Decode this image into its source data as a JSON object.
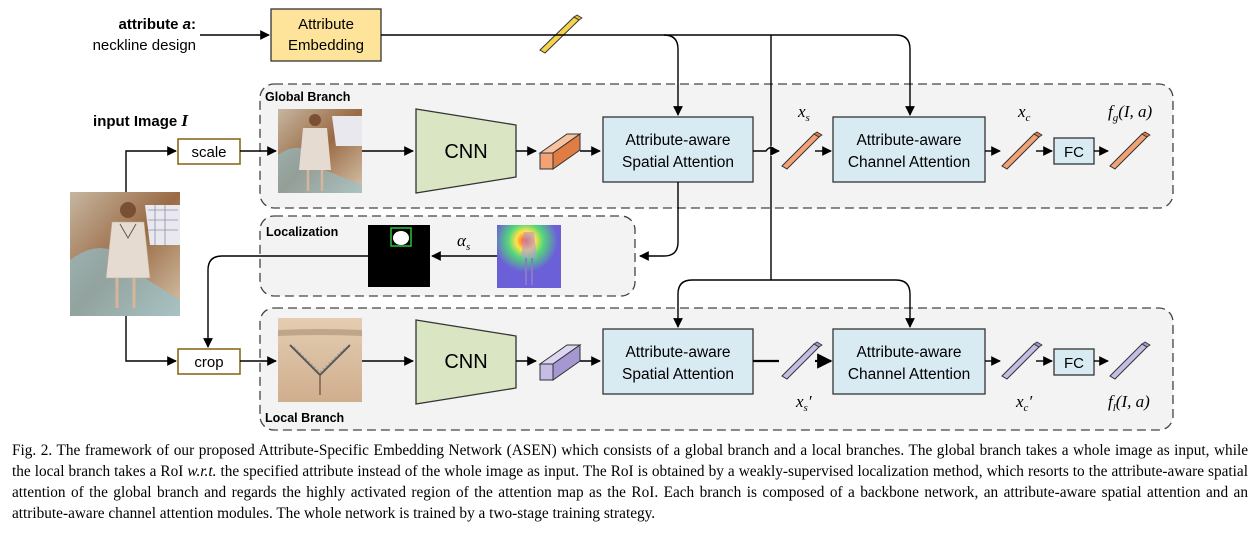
{
  "attribute": {
    "prefix": "attribute ",
    "symbol": "a",
    "suffix": ":",
    "example": "neckline design"
  },
  "attribute_embedding": {
    "line1": "Attribute",
    "line2": "Embedding"
  },
  "input_image": {
    "prefix": "input Image ",
    "symbol": "I"
  },
  "ops": {
    "scale": "scale",
    "crop": "crop"
  },
  "branches": {
    "global": "Global Branch",
    "localization": "Localization",
    "local": "Local Branch"
  },
  "modules": {
    "cnn": "CNN",
    "spatial": {
      "line1": "Attribute-aware",
      "line2": "Spatial Attention"
    },
    "channel": {
      "line1": "Attribute-aware",
      "line2": "Channel Attention"
    },
    "fc": "FC"
  },
  "symbols": {
    "xs": "x",
    "xs_sub": "s",
    "xc": "x",
    "xc_sub": "c",
    "alpha": "α",
    "alpha_sub": "s",
    "fg": "f",
    "fg_sub": "g",
    "fg_args": "(I, a)",
    "xs_prime": "x",
    "xs_prime_sub": "s",
    "xs_prime_mark": "′",
    "xc_prime": "x",
    "xc_prime_sub": "c",
    "xc_prime_mark": "′",
    "fl": "f",
    "fl_sub": "l",
    "fl_args": "(I, a)"
  },
  "caption": {
    "part1": "Fig. 2.  The framework of our proposed Attribute-Specific Embedding Network (ASEN) which consists of a global branch and a local branches. The global branch takes a whole image as input, while the local branch takes a RoI ",
    "wrt": "w.r.t.",
    "part2": " the specified attribute instead of the whole image as input. The RoI is obtained by a weakly-supervised localization method, which resorts to the attribute-aware spatial attention of the global branch and regards the highly activated region of the attention map as the RoI. Each branch is composed of a backbone network, an attribute-aware spatial attention and an attribute-aware channel attention modules. The whole network is trained by a two-stage training strategy."
  },
  "colors": {
    "attribute_box": "#fde49a",
    "cnn_fill": "#d9e5c3",
    "module_fill": "#d8ebf3",
    "panel_fill": "#f3f3f3",
    "feat_orange": "#f2a274",
    "feat_purple": "#c6bde6",
    "op_border": "#8a6a1e"
  }
}
